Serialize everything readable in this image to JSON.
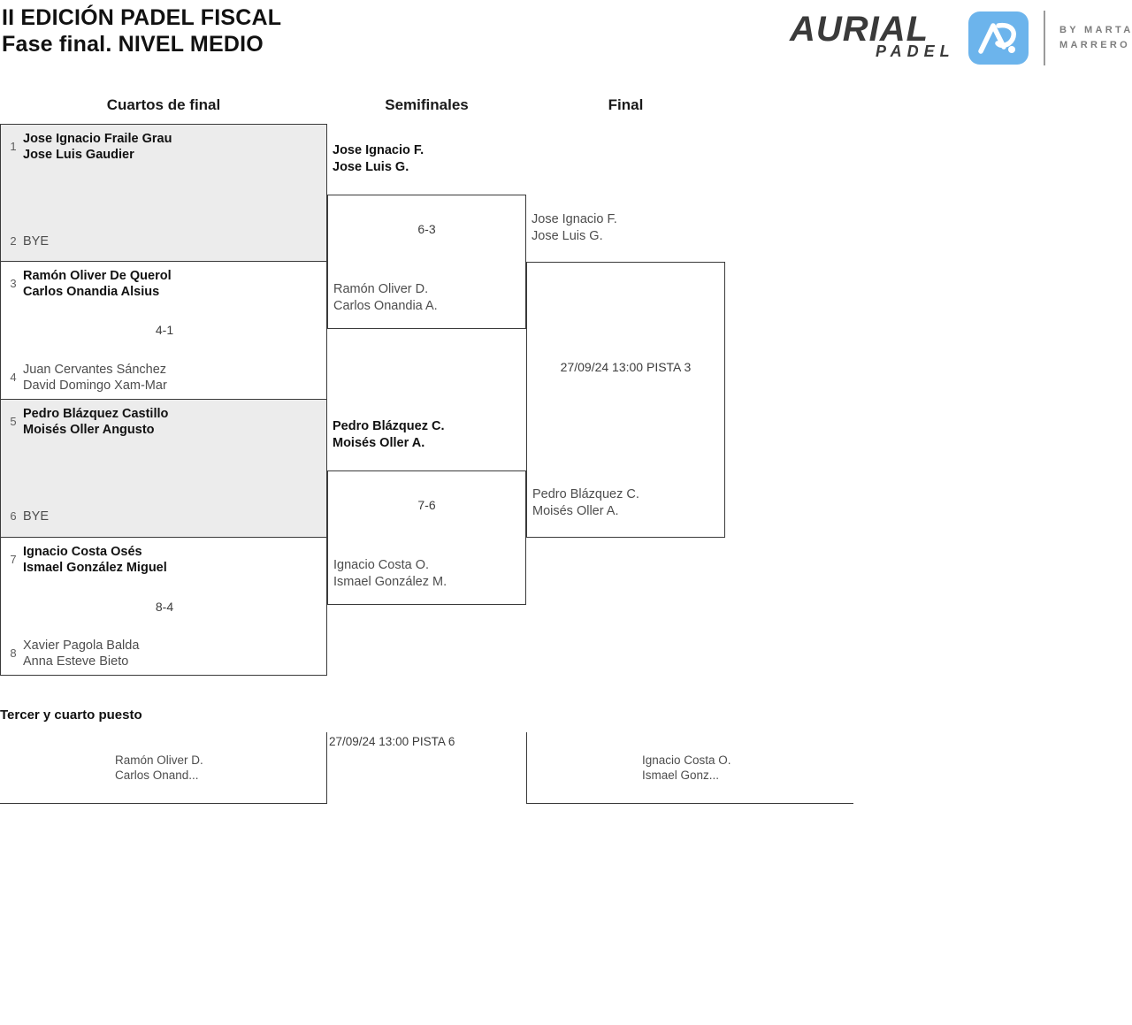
{
  "header": {
    "title_line1": "II EDICIÓN PADEL FISCAL",
    "title_line2": "Fase final. NIVEL MEDIO"
  },
  "logo": {
    "wordmark": "AURIAL",
    "subword": "PADEL",
    "mark_alt": "AP",
    "byline_line1": "BY MARTA",
    "byline_line2": "MARRERO",
    "brand_blue": "#6cb4ec",
    "brand_dark": "#3a3a3a",
    "byline_gray": "#7d7d7d"
  },
  "rounds": {
    "quarterfinals": "Cuartos de final",
    "semifinals": "Semifinales",
    "final": "Final"
  },
  "quarterfinals": [
    {
      "score": "",
      "shaded": true,
      "top": {
        "seed": "1",
        "line1": "Jose Ignacio Fraile Grau",
        "line2": "Jose Luis Gaudier",
        "winner": true
      },
      "bottom": {
        "seed": "2",
        "line1": "BYE",
        "line2": "",
        "winner": false
      }
    },
    {
      "score": "4-1",
      "shaded": false,
      "top": {
        "seed": "3",
        "line1": "Ramón Oliver De Querol",
        "line2": "Carlos Onandia Alsius",
        "winner": true
      },
      "bottom": {
        "seed": "4",
        "line1": "Juan Cervantes Sánchez",
        "line2": "David Domingo Xam-Mar",
        "winner": false
      }
    },
    {
      "score": "",
      "shaded": true,
      "top": {
        "seed": "5",
        "line1": "Pedro Blázquez Castillo",
        "line2": "Moisés Oller Angusto",
        "winner": true
      },
      "bottom": {
        "seed": "6",
        "line1": "BYE",
        "line2": "",
        "winner": false
      }
    },
    {
      "score": "8-4",
      "shaded": false,
      "top": {
        "seed": "7",
        "line1": "Ignacio Costa Osés",
        "line2": "Ismael González Miguel",
        "winner": true
      },
      "bottom": {
        "seed": "8",
        "line1": "Xavier Pagola Balda",
        "line2": "Anna Esteve Bieto",
        "winner": false
      }
    }
  ],
  "semifinals": [
    {
      "score": "6-3",
      "winner": {
        "line1": "Jose Ignacio F.",
        "line2": "Jose Luis G."
      },
      "loser": {
        "line1": "Ramón Oliver D.",
        "line2": "Carlos Onandia A."
      }
    },
    {
      "score": "7-6",
      "winner": {
        "line1": "Pedro Blázquez C.",
        "line2": "Moisés Oller A."
      },
      "loser": {
        "line1": "Ignacio Costa O.",
        "line2": "Ismael González M."
      }
    }
  ],
  "final": {
    "schedule": "27/09/24 13:00 PISTA 3",
    "top": {
      "line1": "Jose Ignacio F.",
      "line2": "Jose Luis G."
    },
    "bottom": {
      "line1": "Pedro Blázquez C.",
      "line2": "Moisés Oller A."
    }
  },
  "third_place": {
    "title": "Tercer y cuarto puesto",
    "schedule": "27/09/24 13:00 PISTA 6",
    "left": {
      "line1": "Ramón Oliver D.",
      "line2": "Carlos Onand..."
    },
    "right": {
      "line1": "Ignacio Costa O.",
      "line2": "Ismael Gonz..."
    }
  }
}
